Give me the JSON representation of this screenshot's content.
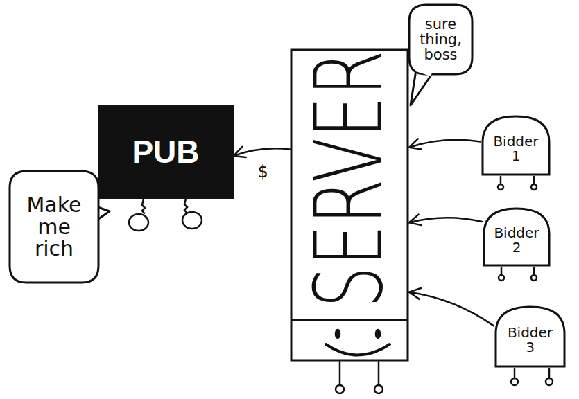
{
  "diagram": {
    "nodes": [
      {
        "text": [
          "PUB"
        ]
      },
      {
        "text": [
          "Make me rich"
        ]
      },
      {
        "text": [
          "SERVER"
        ]
      },
      {
        "text": [
          "sure thing, boss"
        ]
      },
      {
        "text": [
          "Bidder 1"
        ]
      },
      {
        "text": [
          "Bidder 2"
        ]
      },
      {
        "text": [
          "Bidder 3"
        ]
      }
    ],
    "edges": [
      {
        "from": 4,
        "to": 2,
        "arrow": "to"
      },
      {
        "from": 5,
        "to": 2,
        "arrow": "to"
      },
      {
        "from": 6,
        "to": 2,
        "arrow": "to"
      },
      {
        "from": 2,
        "to": 0,
        "label": "$",
        "arrow": "to"
      }
    ]
  }
}
